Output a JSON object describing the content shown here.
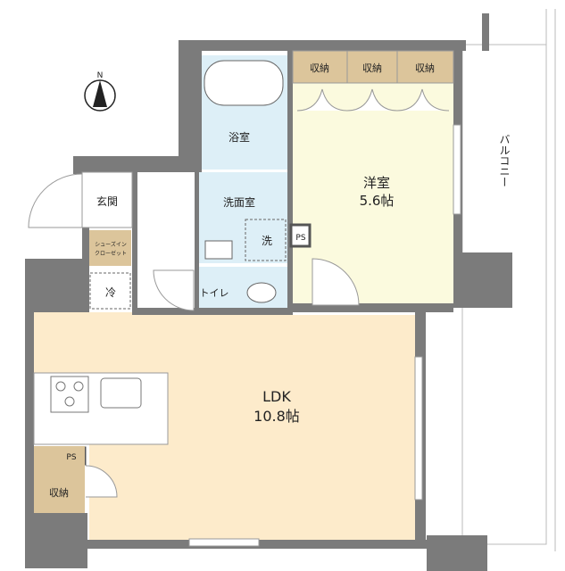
{
  "compass": {
    "label": "N"
  },
  "rooms": {
    "bath": "浴室",
    "washroom": "洗面室",
    "washer": "洗",
    "toilet": "トイレ",
    "entrance": "玄関",
    "shoe_closet_line1": "シューズイン",
    "shoe_closet_line2": "クローゼット",
    "fridge": "冷",
    "western_room": "洋室",
    "western_room_size": "5.6帖",
    "storage_1": "収納",
    "storage_2": "収納",
    "storage_3": "収納",
    "ps_upper": "PS",
    "ldk": "LDK",
    "ldk_size": "10.8帖",
    "ps_lower": "PS",
    "storage_ldk": "収納",
    "balcony": "バルコニー"
  },
  "colors": {
    "wall": "#7b7b7b",
    "ldk_floor": "#fdebcb",
    "western_floor": "#fbfade",
    "wet_area": "#ddeff7",
    "storage": "#dcc59b"
  }
}
